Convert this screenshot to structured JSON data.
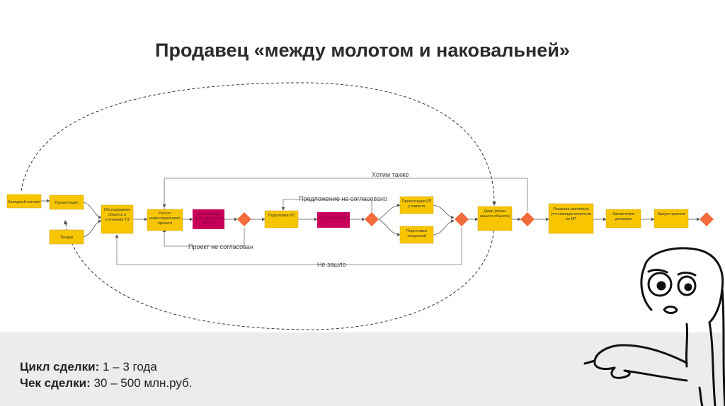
{
  "title": "Продавец «между молотом и наковальней»",
  "diagram": {
    "nodes": {
      "cold_contact": "Холодный контакт",
      "presentation": "Презентация",
      "tender": "Тендер",
      "survey": "Обследование объекта и уточнение ТЗ",
      "invest_calc": "Расчет инвестиционного проекта",
      "approval_1": "Согласование инвестиционного проекта",
      "kp_prep": "Подготовка КП",
      "approval_2": "Согласование КП",
      "kp_present": "Презентация КП у клиента",
      "tender_prep": "Подготовка тендерной",
      "demo": "Демо (показ нашего объекта)",
      "decision": "Решение миллиона уточняющих вопросов по КП",
      "contract": "Заключение договора",
      "launch": "Запуск проекта"
    },
    "edges": {
      "want_more": "Хотим также",
      "offer_not_agreed": "Предложение не согласовано",
      "project_not_agreed": "Проект не согласован",
      "failed": "Не зашло"
    }
  },
  "stats": {
    "cycle_label": "Цикл сделки:",
    "cycle_value": " 1 – 3 года",
    "check_label": "Чек сделки:",
    "check_value": " 30 – 500 млн.руб."
  },
  "colors": {
    "node_yellow": "#f7c600",
    "node_magenta": "#c8005a",
    "decision_red": "#f26b3a",
    "footer_bg": "#ececec"
  },
  "icons": [
    "pointing-man-illustration"
  ]
}
